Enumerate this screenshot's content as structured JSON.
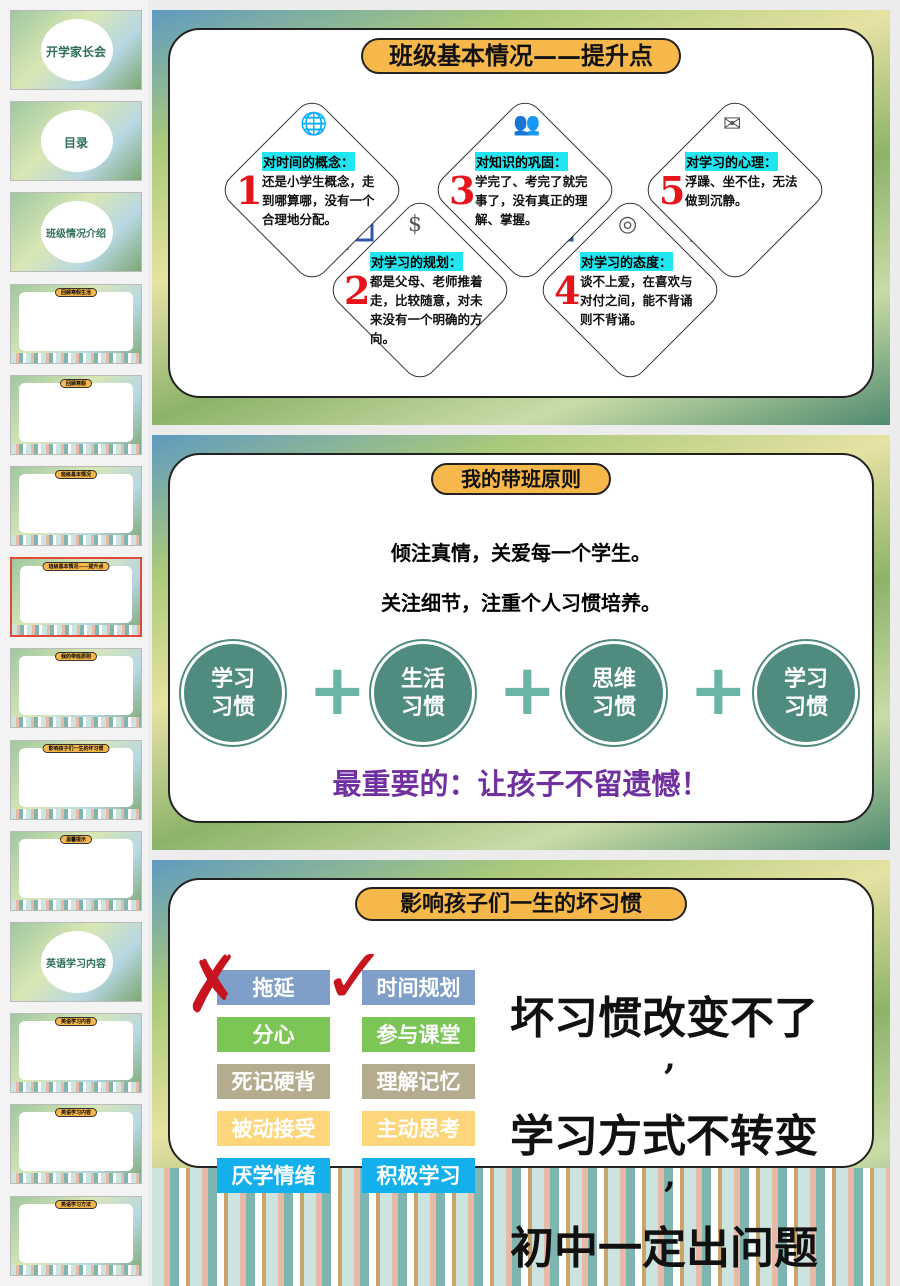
{
  "thumbnails": [
    {
      "title": "开学家长会",
      "type": "cover"
    },
    {
      "title": "目录",
      "type": "toc"
    },
    {
      "title": "班级情况介绍",
      "type": "section"
    },
    {
      "title": "回顾寒假生活",
      "type": "content"
    },
    {
      "title": "回顾寒假",
      "type": "content"
    },
    {
      "title": "班级基本情况",
      "type": "content"
    },
    {
      "title": "班级基本情况——提升点",
      "type": "content",
      "selected": true
    },
    {
      "title": "我的带班原则",
      "type": "content"
    },
    {
      "title": "影响孩子们一生的坏习惯",
      "type": "content"
    },
    {
      "title": "温馨提示",
      "type": "content"
    },
    {
      "title": "英语学习内容",
      "type": "section"
    },
    {
      "title": "英语学习内容",
      "type": "content"
    },
    {
      "title": "英语学习内容",
      "type": "content"
    },
    {
      "title": "英语学习方法",
      "type": "content"
    }
  ],
  "slide1": {
    "title": "班级基本情况——提升点",
    "items": [
      {
        "num": "1",
        "label": "对时间的概念：",
        "text": "还是小学生概念，走到哪算哪，没有一个合理地分配。",
        "icon": "globe-icon"
      },
      {
        "num": "2",
        "label": "对学习的规划：",
        "text": "都是父母、老师推着走，比较随意，对未来没有一个明确的方向。",
        "icon": "money-people-icon"
      },
      {
        "num": "3",
        "label": "对知识的巩固：",
        "text": "学完了、考完了就完事了，没有真正的理解、掌握。",
        "icon": "team-icon"
      },
      {
        "num": "4",
        "label": "对学习的态度：",
        "text": "谈不上爱，在喜欢与对付之间，能不背诵则不背诵。",
        "icon": "target-icon"
      },
      {
        "num": "5",
        "label": "对学习的心理：",
        "text": "浮躁、坐不住，无法做到沉静。",
        "icon": "mail-megaphone-icon"
      }
    ]
  },
  "slide2": {
    "title": "我的带班原则",
    "lines": [
      "倾注真情，关爱每一个学生。",
      "关注细节，注重个人习惯培养。"
    ],
    "habits": [
      [
        "学习",
        "习惯"
      ],
      [
        "生活",
        "习惯"
      ],
      [
        "思维",
        "习惯"
      ],
      [
        "学习",
        "习惯"
      ]
    ],
    "plus": "+",
    "conclusion": "最重要的：让孩子不留遗憾！"
  },
  "slide3": {
    "title": "影响孩子们一生的坏习惯",
    "bad": [
      "拖延",
      "分心",
      "死记硬背",
      "被动接受",
      "厌学情绪"
    ],
    "good": [
      "时间规划",
      "参与课堂",
      "理解记忆",
      "主动思考",
      "积极学习"
    ],
    "colors": [
      "#7f9ec8",
      "#7cc656",
      "#b5ab8e",
      "#fdd57a",
      "#14b0ec"
    ],
    "statements": [
      "坏习惯改变不了",
      ",",
      "学习方式不转变",
      ",",
      "初中一定出问题"
    ]
  }
}
